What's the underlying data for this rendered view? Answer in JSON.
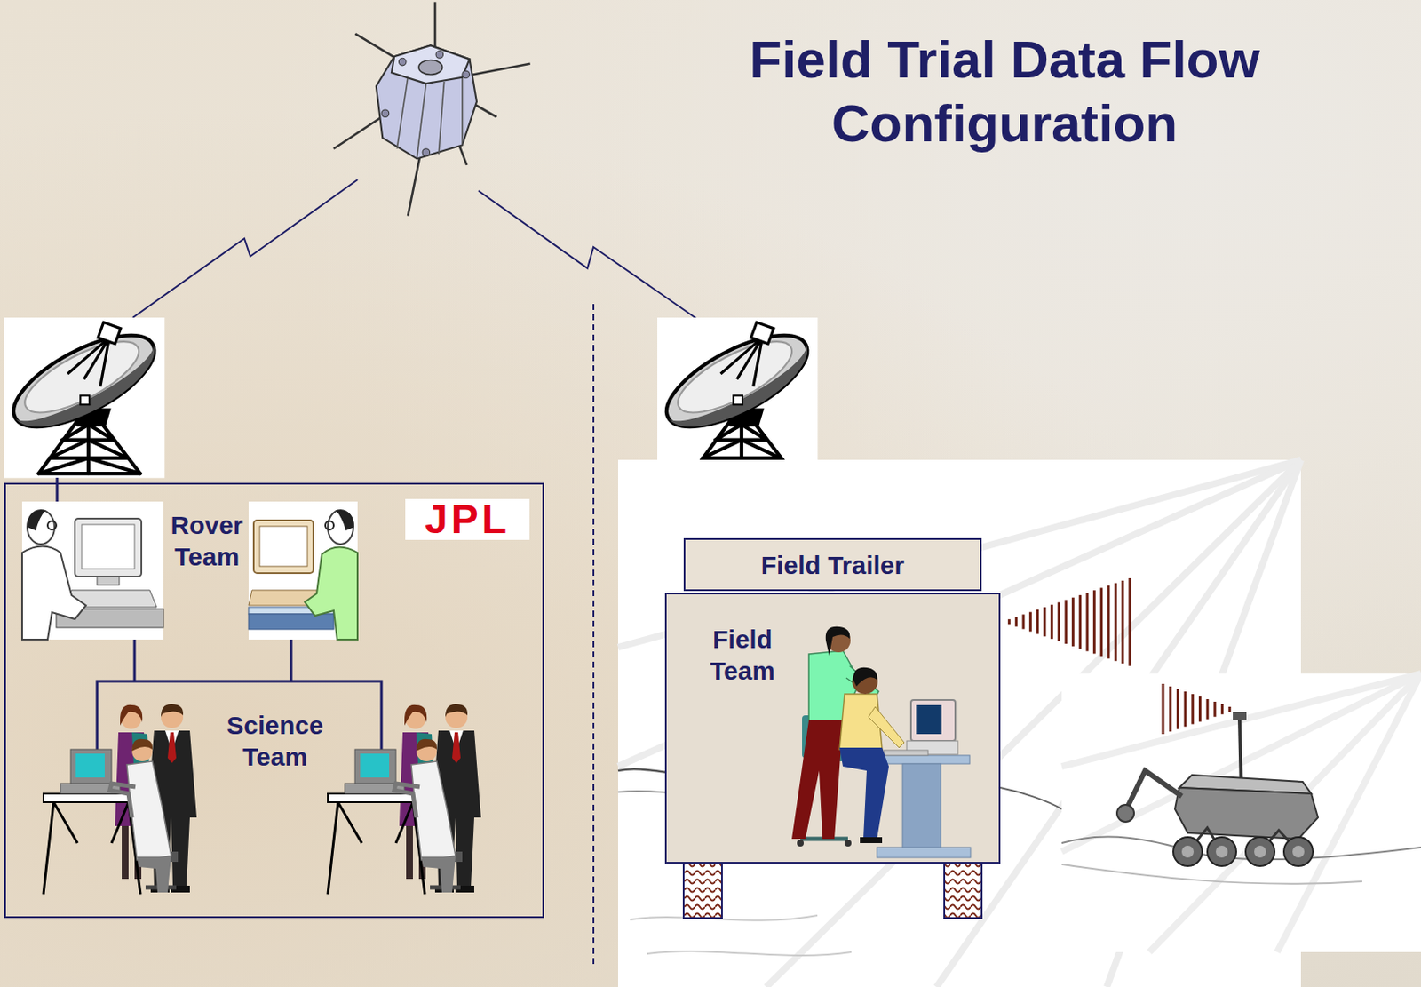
{
  "diagram": {
    "title": "Field Trial Data Flow Configuration",
    "nodes": [
      {
        "text": [
          "JPL"
        ]
      },
      {
        "text": [
          "Field Trailer"
        ]
      },
      {
        "text": [
          "Field Team"
        ]
      }
    ],
    "labels": [
      "Rover Team",
      "Science Team"
    ]
  }
}
